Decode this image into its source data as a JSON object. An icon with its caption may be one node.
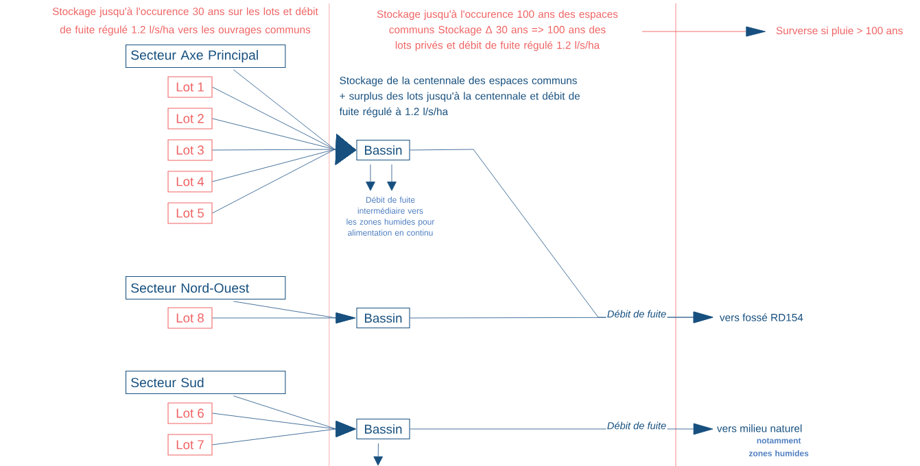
{
  "diagram": {
    "nodes": [
      {
        "text": [
          "Secteur Axe Principal"
        ]
      },
      {
        "text": [
          "Lot 1"
        ]
      },
      {
        "text": [
          "Lot 2"
        ]
      },
      {
        "text": [
          "Lot 3"
        ]
      },
      {
        "text": [
          "Lot 4"
        ]
      },
      {
        "text": [
          "Lot 5"
        ]
      },
      {
        "text": [
          "Bassin"
        ]
      },
      {
        "text": [
          "Débit de fuite intermédiaire vers les zones humides pour alimentation en continu"
        ]
      },
      {
        "text": [
          "Secteur Nord-Ouest"
        ]
      },
      {
        "text": [
          "Lot 8"
        ]
      },
      {
        "text": [
          "Bassin"
        ]
      },
      {
        "text": [
          "vers fossé RD154"
        ]
      },
      {
        "text": [
          "Secteur Sud"
        ]
      },
      {
        "text": [
          "Lot 6"
        ]
      },
      {
        "text": [
          "Lot 7"
        ]
      },
      {
        "text": [
          "Bassin"
        ]
      },
      {
        "text": [
          "vers milieu naturel"
        ],
        "beside": [
          "notamment zones humides"
        ]
      },
      {
        "text": [
          "Surverse si pluie > 100 ans"
        ]
      }
    ],
    "edges": [
      {
        "from": 0,
        "to": 6,
        "arrow": "to"
      },
      {
        "from": 1,
        "to": 6,
        "arrow": "to"
      },
      {
        "from": 2,
        "to": 6,
        "arrow": "to"
      },
      {
        "from": 3,
        "to": 6,
        "arrow": "to"
      },
      {
        "from": 4,
        "to": 6,
        "arrow": "to"
      },
      {
        "from": 5,
        "to": 6,
        "arrow": "to"
      },
      {
        "from": 6,
        "to": 7,
        "arrow": "to"
      },
      {
        "from": 6,
        "to": 7,
        "arrow": "to"
      },
      {
        "from": 8,
        "to": 10,
        "arrow": "to"
      },
      {
        "from": 9,
        "to": 10,
        "arrow": "to"
      },
      {
        "from": 6,
        "to": 11,
        "arrow": "to"
      },
      {
        "from": 10,
        "to": 11,
        "arrow": "to",
        "label": "Débit de fuite"
      },
      {
        "from": 12,
        "to": 15,
        "arrow": "to"
      },
      {
        "from": 13,
        "to": 15,
        "arrow": "to"
      },
      {
        "from": 14,
        "to": 15,
        "arrow": "to"
      },
      {
        "from": 15,
        "to": 16,
        "arrow": "to",
        "label": "Débit de fuite"
      },
      {
        "from": 15,
        "to": null,
        "arrow": "to"
      },
      {
        "from": null,
        "to": 17,
        "arrow": "to",
        "color": "#f06464"
      }
    ],
    "labels": [
      "Stockage jusqu'à l'occurence 30 ans sur les lots et débit de fuite régulé 1.2 l/s/ha vers les ouvrages communs",
      "Stockage jusqu'à l'occurence 100 ans des espaces communs Stockage Δ 30 ans => 100 ans des lots privés et débit de fuite régulé 1.2 l/s/ha",
      "Stockage de la centennale des espaces communs + surplus des lots jusqu'à la centennale et débit de fuite régulé à 1.2 l/s/ha"
    ]
  }
}
